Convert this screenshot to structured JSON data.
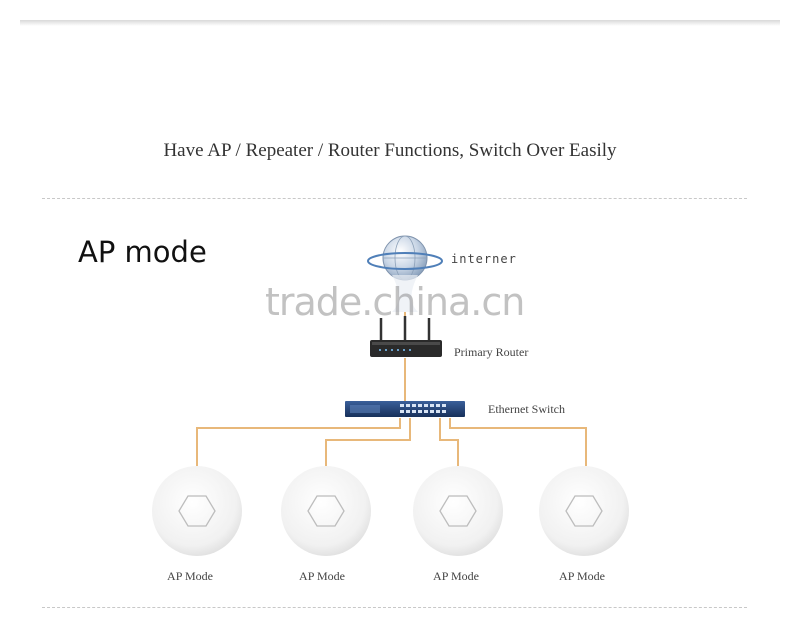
{
  "headline": "Have AP / Repeater / Router Functions, Switch Over Easily",
  "section_title": "AP mode",
  "watermark": "trade.china.cn",
  "nodes": {
    "internet": "interner",
    "router": "Primary Router",
    "switch": "Ethernet Switch"
  },
  "access_points": [
    {
      "label": "AP Mode"
    },
    {
      "label": "AP Mode"
    },
    {
      "label": "AP Mode"
    },
    {
      "label": "AP Mode"
    }
  ],
  "colors": {
    "cable": "#e8b87a",
    "switch_body": "#1f3f72",
    "router_body": "#2a2a2a"
  }
}
